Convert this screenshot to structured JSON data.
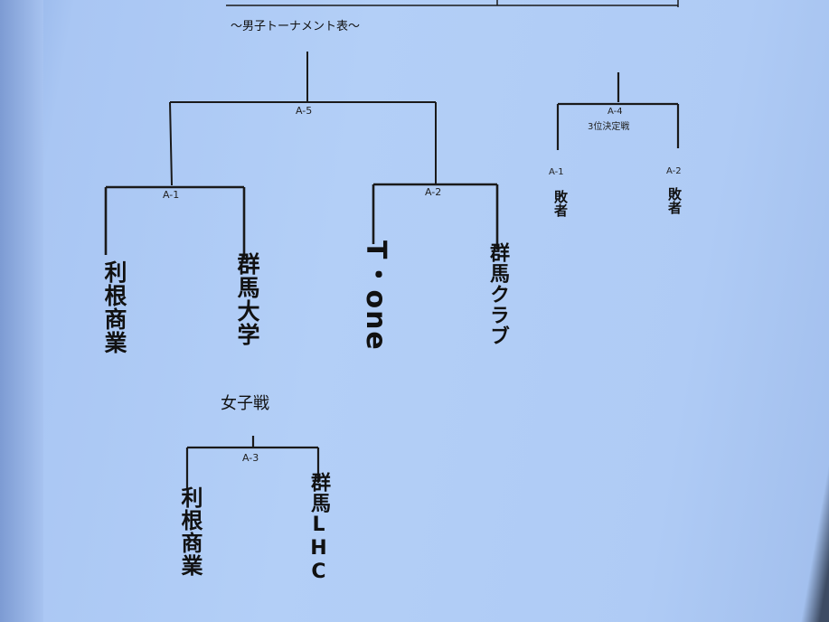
{
  "men": {
    "title": "～男子トーナメント表～",
    "matches": {
      "final": "A-5",
      "semi1": "A-1",
      "semi2": "A-2",
      "third": "A-4",
      "third_label": "3位決定戦"
    },
    "third_slots": [
      {
        "ref": "A-1",
        "text": "敗者"
      },
      {
        "ref": "A-2",
        "text": "敗者"
      }
    ],
    "teams": [
      "利根商業",
      "群馬大学",
      "T・one",
      "群馬クラブ"
    ]
  },
  "women": {
    "title": "女子戦",
    "match": "A-3",
    "teams": [
      "利根商業",
      "群馬LHC"
    ]
  }
}
